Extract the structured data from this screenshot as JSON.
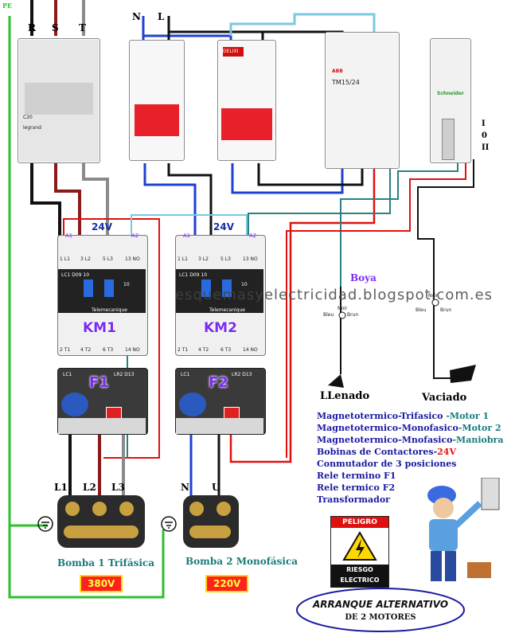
{
  "supply": {
    "pe": "PE",
    "r": "R",
    "s": "S",
    "t": "T",
    "n": "N",
    "l": "L"
  },
  "components": {
    "breaker_trifasico_text": "C20",
    "breaker_trifasico_brand": "legrand",
    "breaker_red_brand": "DELIXI",
    "transformer_model": "TM15/24",
    "transformer_brand": "ABB",
    "switch_brand": "Schneider",
    "switch_positions": [
      "I",
      "0",
      "II"
    ]
  },
  "contactors": [
    {
      "name": "KM1",
      "model": "LC1 D09 10",
      "voltage": "24V",
      "a1": "A1",
      "a2": "A2",
      "terminals_top": [
        "1 L1",
        "3 L2",
        "5 L3",
        "13 NO"
      ],
      "terminals_bottom": [
        "2 T1",
        "4 T2",
        "6 T3",
        "14 NO"
      ],
      "brand": "Telemecanique",
      "aux": "10"
    },
    {
      "name": "KM2",
      "model": "LC1 D09 10",
      "voltage": "24V",
      "a1": "A1",
      "a2": "A2",
      "terminals_top": [
        "1 L1",
        "3 L2",
        "5 L3",
        "13 NO"
      ],
      "terminals_bottom": [
        "2 T1",
        "4 T2",
        "6 T3",
        "14 NO"
      ],
      "brand": "Telemecanique",
      "aux": "10"
    }
  ],
  "relays": [
    {
      "name": "F1",
      "model": "LC1",
      "sub": "LR2 D13"
    },
    {
      "name": "F2",
      "model": "LC1",
      "sub": "LR2 D13"
    }
  ],
  "motor_labels": {
    "l1": "L1",
    "l2": "L2",
    "l3": "L3",
    "n": "N",
    "u": "U"
  },
  "motors": [
    {
      "name": "Bomba 1 Trifásica",
      "voltage": "380V"
    },
    {
      "name": "Bomba 2 Monofásica",
      "voltage": "220V"
    }
  ],
  "floats": {
    "title": "Boya",
    "left_label": "LLenado",
    "right_label": "Vaciado",
    "wire_labels": [
      "Noir",
      "Bleu",
      "Brun",
      "Noir",
      "Bleu",
      "Brun"
    ]
  },
  "watermark": "esquemasyelectricidad.blogspot.com.es",
  "legend": [
    {
      "text": "Magnetotermico-Trifasico ",
      "suffix": "-Motor 1",
      "color": "#1a1aa0",
      "suffix_color": "#1a7a7a"
    },
    {
      "text": "Magnetotermico-Monofasico",
      "suffix": "-Motor 2",
      "color": "#1a1aa0",
      "suffix_color": "#1a7a7a"
    },
    {
      "text": "Magnetotermico-Mnofasico",
      "suffix": "-Maniobra",
      "color": "#1a1aa0",
      "suffix_color": "#1a7a7a"
    },
    {
      "text": "Bobinas de Contactores-",
      "suffix": "24V",
      "color": "#1a1aa0",
      "suffix_color": "#e01010"
    },
    {
      "text": "Conmutador de 3 posiciones",
      "suffix": "",
      "color": "#1a1aa0",
      "suffix_color": "#1a1aa0"
    },
    {
      "text": "Rele termino F1",
      "suffix": "",
      "color": "#1a1aa0",
      "suffix_color": "#1a1aa0"
    },
    {
      "text": "Rele termico F2",
      "suffix": "",
      "color": "#1a1aa0",
      "suffix_color": "#1a1aa0"
    },
    {
      "text": "Transformador",
      "suffix": "",
      "color": "#1a1aa0",
      "suffix_color": "#1a1aa0"
    }
  ],
  "warning": {
    "top": "PELIGRO",
    "bottom1": "RIESGO",
    "bottom2": "ELECTRICO"
  },
  "title": {
    "line1": "ARRANQUE ALTERNATIVO",
    "line2": "DE 2 MOTORES"
  },
  "colors": {
    "brown": "#8b1a1a",
    "black": "#111111",
    "grey": "#8a8a8a",
    "blue": "#1f3fd6",
    "red": "#e01010",
    "teal": "#2a8080",
    "lightblue": "#7ac8e0",
    "green": "#2fbf2f"
  }
}
